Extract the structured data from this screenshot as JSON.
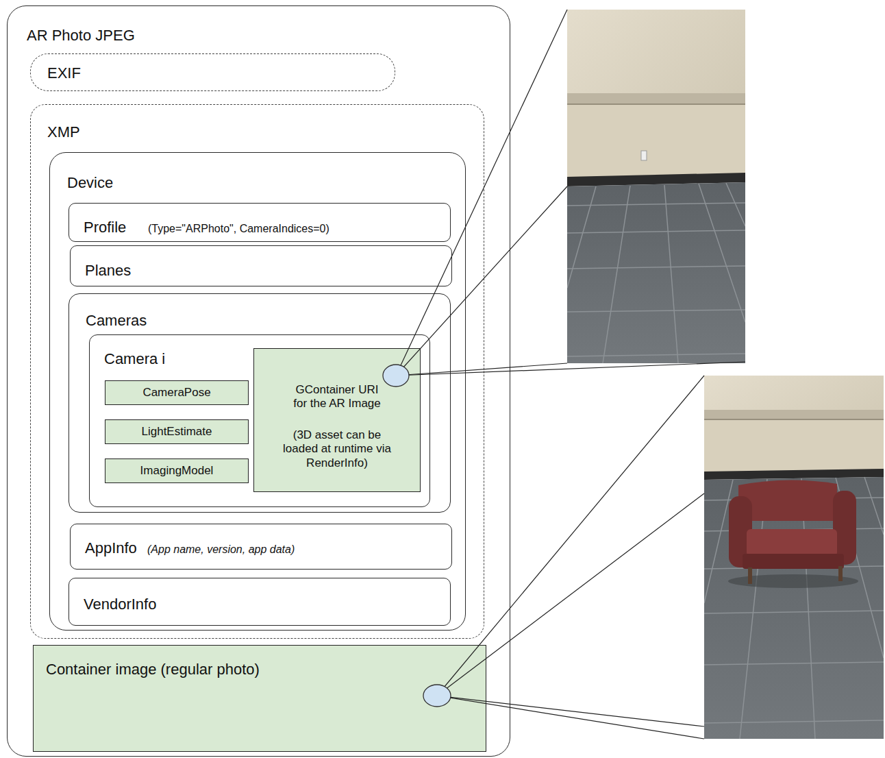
{
  "diagram": {
    "nodes": [
      {
        "text": [
          "AR Photo JPEG"
        ]
      },
      {
        "text": [
          "EXIF"
        ],
        "in": 0
      },
      {
        "text": [
          "XMP"
        ],
        "in": 0
      },
      {
        "text": [
          "Device"
        ],
        "in": 2
      },
      {
        "text": [
          "Profile",
          "(Type=\"ARPhoto\", CameraIndices=0)"
        ],
        "in": 3
      },
      {
        "text": [
          "Planes"
        ],
        "in": 3
      },
      {
        "text": [
          "Cameras"
        ],
        "in": 3
      },
      {
        "text": [
          "Camera i"
        ],
        "in": 6
      },
      {
        "text": [
          "CameraPose"
        ],
        "in": 7
      },
      {
        "text": [
          "LightEstimate"
        ],
        "in": 7
      },
      {
        "text": [
          "ImagingModel"
        ],
        "in": 7
      },
      {
        "text": [
          "GContainer URI for the AR Image",
          "(3D asset can be loaded at runtime via RenderInfo)"
        ],
        "in": 7
      },
      {
        "text": [
          "AppInfo",
          "(App name, version, app data)"
        ],
        "in": 3
      },
      {
        "text": [
          "VendorInfo"
        ],
        "in": 3
      },
      {
        "text": [
          "Container image (regular photo)"
        ],
        "in": 0
      }
    ]
  }
}
